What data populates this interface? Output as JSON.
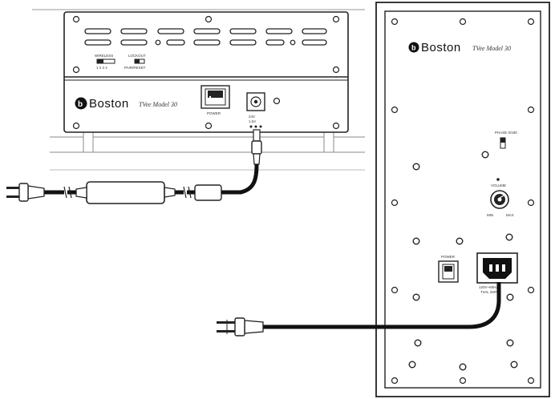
{
  "brand": {
    "name": "Boston",
    "model_front": "TVee Model 30",
    "model_back": "TVee Model 30"
  },
  "front_unit": {
    "switch_left_label": "WIRELESS",
    "switch_right_label": "LOCKOUT",
    "switch_left_sub": "1 2 3 4",
    "switch_right_sub": "PAIR/RESET",
    "power_label": "POWER",
    "dc_label_1": "24V",
    "dc_label_2": "1.5A"
  },
  "subwoofer_panel": {
    "phase_label": "PHASE 0/180",
    "volume_label": "VOLUME",
    "volume_min": "MIN",
    "volume_max": "MAX",
    "power_label": "POWER",
    "ac_label_1": "120V~60Hz",
    "ac_label_2": "T4AL 250V"
  }
}
